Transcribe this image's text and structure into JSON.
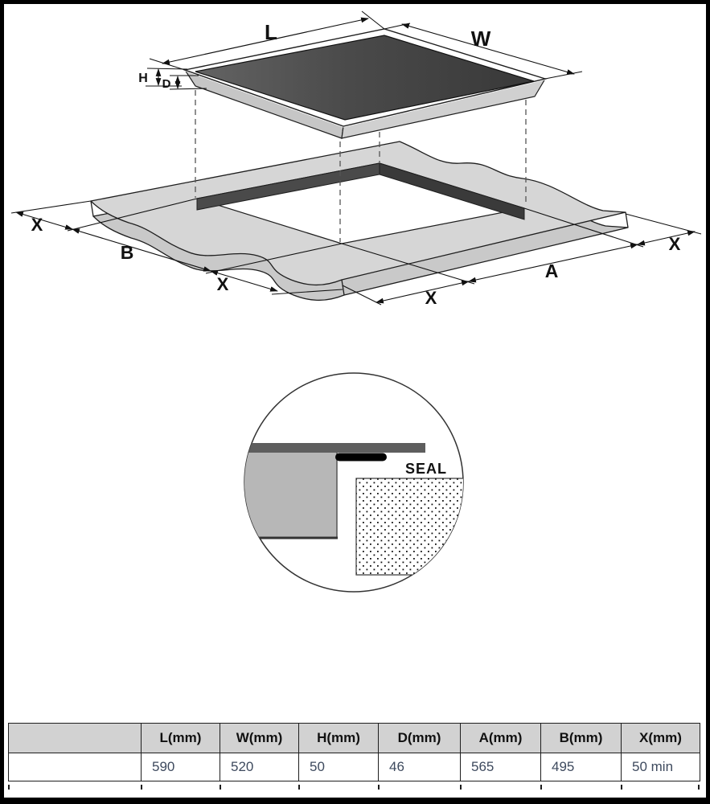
{
  "diagram": {
    "dim_labels": {
      "L": "L",
      "W": "W",
      "H": "H",
      "D": "D",
      "B": "B",
      "A": "A",
      "X": "X"
    },
    "seal_label": "SEAL",
    "colors": {
      "glass": "#4a4a4a",
      "frame": "#c9c9c9",
      "countertop_top": "#d6d6d6",
      "countertop_side": "#c9c9c9",
      "cutout_face": "#454545",
      "seal": "#000000"
    }
  },
  "table": {
    "headers": [
      "",
      "L(mm)",
      "W(mm)",
      "H(mm)",
      "D(mm)",
      "A(mm)",
      "B(mm)",
      "X(mm)"
    ],
    "values": [
      "",
      "590",
      "520",
      "50",
      "46",
      "565",
      "495",
      "50 min"
    ],
    "header_bg": "#d2d2d2"
  }
}
